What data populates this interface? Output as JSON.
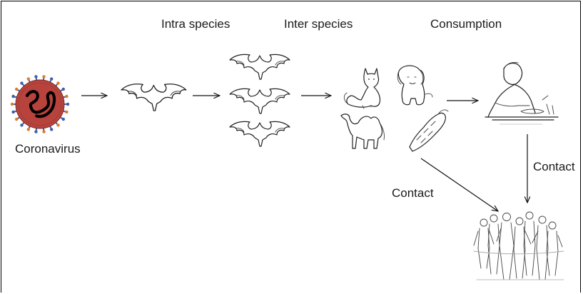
{
  "labels": {
    "virus": "Coronavirus",
    "intra": "Intra species",
    "inter": "Inter species",
    "consumption": "Consumption",
    "contact_left": "Contact",
    "contact_right": "Contact"
  },
  "icons": [
    "coronavirus-icon",
    "bat-icon",
    "cat-icon",
    "dog-icon",
    "camel-icon",
    "pangolin-icon",
    "person-eating-icon",
    "crowd-icon"
  ],
  "colors": {
    "virus_body": "#b8433d",
    "spike": "#3b5fa8",
    "spike_tip": "#e07a2a",
    "ink": "#222222"
  }
}
